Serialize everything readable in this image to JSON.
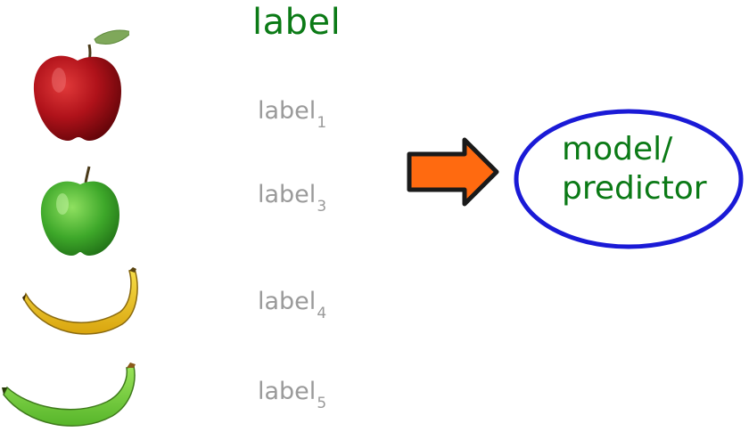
{
  "header": {
    "label": "label"
  },
  "rows": [
    {
      "label": "label",
      "subscript": "1",
      "fruit_icon": "red-apple"
    },
    {
      "label": "label",
      "subscript": "3",
      "fruit_icon": "green-apple"
    },
    {
      "label": "label",
      "subscript": "4",
      "fruit_icon": "yellow-banana"
    },
    {
      "label": "label",
      "subscript": "5",
      "fruit_icon": "green-banana"
    }
  ],
  "model": {
    "line1": "model/",
    "line2": "predictor"
  },
  "colors": {
    "label_green": "#0b7a16",
    "label_gray": "#9a9a9a",
    "arrow_fill": "#ff6a10",
    "ellipse_stroke": "#1a1ad6"
  }
}
